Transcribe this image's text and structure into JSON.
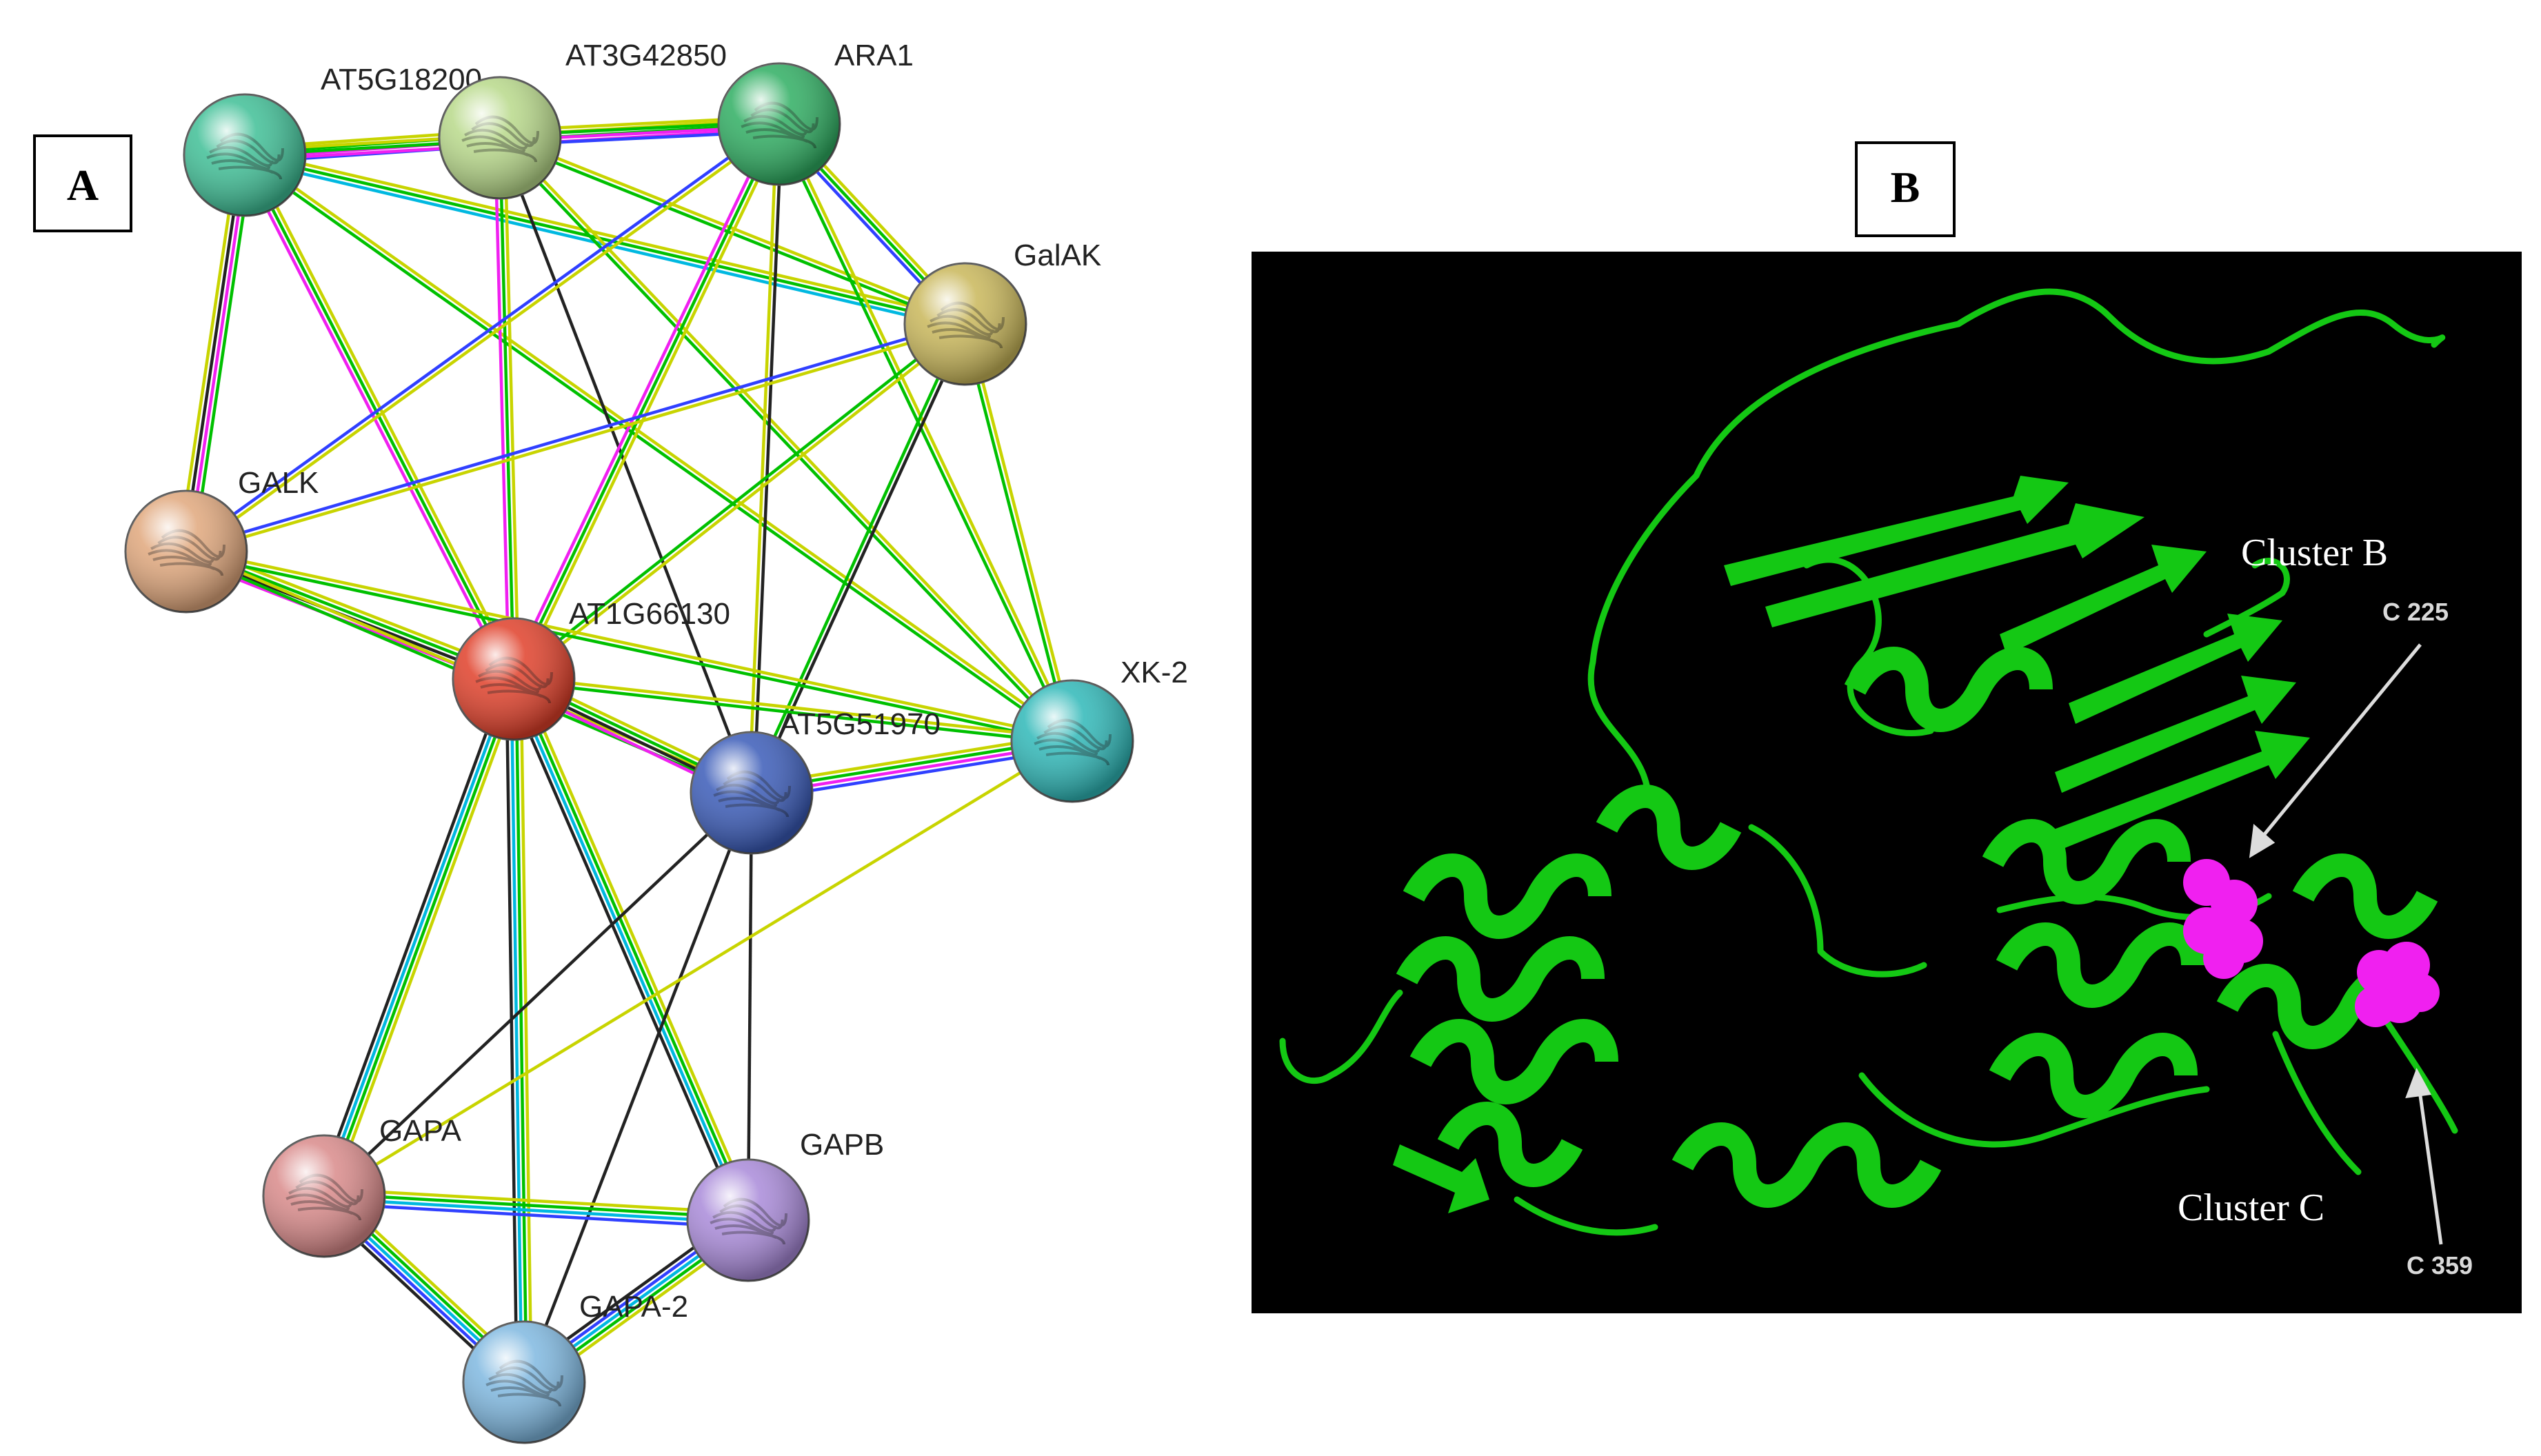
{
  "panelA": {
    "label": "A",
    "nodes": [
      {
        "id": "AT5G18200",
        "label": "AT5G18200",
        "color": "#3fbf96"
      },
      {
        "id": "AT3G42850",
        "label": "AT3G42850",
        "color": "#b8d98a"
      },
      {
        "id": "ARA1",
        "label": "ARA1",
        "color": "#2fae62"
      },
      {
        "id": "GalAK",
        "label": "GalAK",
        "color": "#c9b75a"
      },
      {
        "id": "GALK",
        "label": "GALK",
        "color": "#e0a77c"
      },
      {
        "id": "AT1G66130",
        "label": "AT1G66130",
        "color": "#e0402a"
      },
      {
        "id": "XK-2",
        "label": "XK-2",
        "color": "#2fb8b8"
      },
      {
        "id": "AT5G51970",
        "label": "AT5G51970",
        "color": "#3a5bb8"
      },
      {
        "id": "GAPA",
        "label": "GAPA",
        "color": "#d98a8a"
      },
      {
        "id": "GAPB",
        "label": "GAPB",
        "color": "#a98ad9"
      },
      {
        "id": "GAPA-2",
        "label": "GAPA-2",
        "color": "#7fb8e0"
      }
    ],
    "edges": [
      {
        "a": "AT5G18200",
        "b": "AT3G42850",
        "colors": [
          "#c8d400",
          "#00c000",
          "#f020f0",
          "#3040ff"
        ]
      },
      {
        "a": "AT5G18200",
        "b": "ARA1",
        "colors": [
          "#c8d400",
          "#00c000",
          "#f020f0"
        ]
      },
      {
        "a": "AT5G18200",
        "b": "GalAK",
        "colors": [
          "#c8d400",
          "#00c000",
          "#00b8e0"
        ]
      },
      {
        "a": "AT5G18200",
        "b": "GALK",
        "colors": [
          "#00c000",
          "#f020f0",
          "#222222",
          "#c8d400"
        ]
      },
      {
        "a": "AT5G18200",
        "b": "AT1G66130",
        "colors": [
          "#c8d400",
          "#00c000",
          "#f020f0"
        ]
      },
      {
        "a": "AT5G18200",
        "b": "XK-2",
        "colors": [
          "#c8d400",
          "#00c000"
        ]
      },
      {
        "a": "AT3G42850",
        "b": "ARA1",
        "colors": [
          "#c8d400",
          "#00c000",
          "#f020f0",
          "#3040ff"
        ]
      },
      {
        "a": "AT3G42850",
        "b": "GalAK",
        "colors": [
          "#c8d400",
          "#00c000"
        ]
      },
      {
        "a": "AT3G42850",
        "b": "AT1G66130",
        "colors": [
          "#c8d400",
          "#00c000",
          "#f020f0"
        ]
      },
      {
        "a": "AT3G42850",
        "b": "AT5G51970",
        "colors": [
          "#222222"
        ]
      },
      {
        "a": "AT3G42850",
        "b": "XK-2",
        "colors": [
          "#c8d400",
          "#00c000"
        ]
      },
      {
        "a": "ARA1",
        "b": "GalAK",
        "colors": [
          "#c8d400",
          "#00c000",
          "#3040ff"
        ]
      },
      {
        "a": "ARA1",
        "b": "GALK",
        "colors": [
          "#c8d400",
          "#3040ff"
        ]
      },
      {
        "a": "ARA1",
        "b": "AT1G66130",
        "colors": [
          "#c8d400",
          "#00c000",
          "#f020f0"
        ]
      },
      {
        "a": "ARA1",
        "b": "AT5G51970",
        "colors": [
          "#222222",
          "#c8d400"
        ]
      },
      {
        "a": "ARA1",
        "b": "XK-2",
        "colors": [
          "#c8d400",
          "#00c000"
        ]
      },
      {
        "a": "GalAK",
        "b": "GALK",
        "colors": [
          "#c8d400",
          "#3040ff"
        ]
      },
      {
        "a": "GalAK",
        "b": "AT1G66130",
        "colors": [
          "#c8d400",
          "#00c000"
        ]
      },
      {
        "a": "GalAK",
        "b": "AT5G51970",
        "colors": [
          "#222222",
          "#00c000"
        ]
      },
      {
        "a": "GalAK",
        "b": "XK-2",
        "colors": [
          "#c8d400",
          "#00c000"
        ]
      },
      {
        "a": "GALK",
        "b": "AT1G66130",
        "colors": [
          "#c8d400",
          "#00c000",
          "#222222",
          "#f020f0"
        ]
      },
      {
        "a": "GALK",
        "b": "AT5G51970",
        "colors": [
          "#c8d400",
          "#00c000"
        ]
      },
      {
        "a": "GALK",
        "b": "XK-2",
        "colors": [
          "#c8d400",
          "#00c000"
        ]
      },
      {
        "a": "AT1G66130",
        "b": "AT5G51970",
        "colors": [
          "#c8d400",
          "#00c000",
          "#222222",
          "#f020f0"
        ]
      },
      {
        "a": "AT1G66130",
        "b": "XK-2",
        "colors": [
          "#c8d400",
          "#00c000"
        ]
      },
      {
        "a": "AT1G66130",
        "b": "GAPA",
        "colors": [
          "#c8d400",
          "#00c000",
          "#00b8e0",
          "#222222"
        ]
      },
      {
        "a": "AT1G66130",
        "b": "GAPB",
        "colors": [
          "#c8d400",
          "#00c000",
          "#00b8e0",
          "#222222"
        ]
      },
      {
        "a": "AT1G66130",
        "b": "GAPA-2",
        "colors": [
          "#c8d400",
          "#00c000",
          "#00b8e0",
          "#222222"
        ]
      },
      {
        "a": "AT5G51970",
        "b": "XK-2",
        "colors": [
          "#c8d400",
          "#00c000",
          "#f020f0",
          "#3040ff"
        ]
      },
      {
        "a": "AT5G51970",
        "b": "GAPA",
        "colors": [
          "#222222"
        ]
      },
      {
        "a": "AT5G51970",
        "b": "GAPB",
        "colors": [
          "#222222"
        ]
      },
      {
        "a": "AT5G51970",
        "b": "GAPA-2",
        "colors": [
          "#222222"
        ]
      },
      {
        "a": "XK-2",
        "b": "GAPA",
        "colors": [
          "#c8d400"
        ]
      },
      {
        "a": "GAPA",
        "b": "GAPB",
        "colors": [
          "#c8d400",
          "#00c000",
          "#00b8e0",
          "#3040ff"
        ]
      },
      {
        "a": "GAPA",
        "b": "GAPA-2",
        "colors": [
          "#c8d400",
          "#00c000",
          "#00b8e0",
          "#3040ff",
          "#222222"
        ]
      },
      {
        "a": "GAPB",
        "b": "GAPA-2",
        "colors": [
          "#c8d400",
          "#00c000",
          "#00b8e0",
          "#3040ff",
          "#222222"
        ]
      }
    ]
  },
  "panelB": {
    "label": "B",
    "background": "#000000",
    "ribbon_color": "#14c814",
    "highlight_color": "#f020f0",
    "cluster_b": "Cluster B",
    "cluster_c": "Cluster C",
    "residue_1": "C 225",
    "residue_2": "C 359"
  }
}
